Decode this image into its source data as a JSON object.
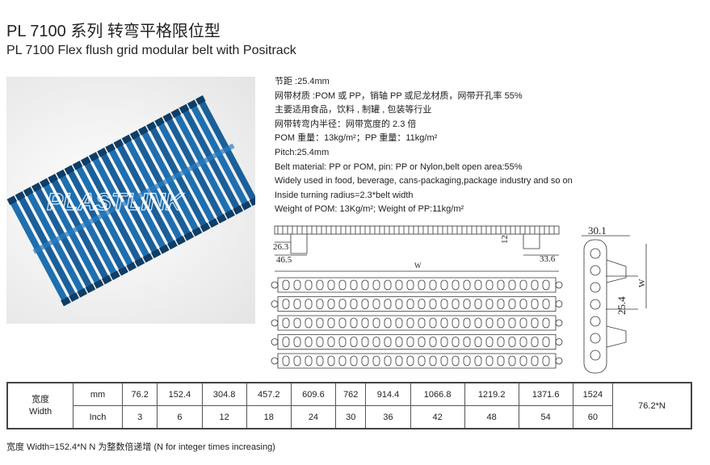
{
  "title_cn": "PL 7100 系列 转弯平格限位型",
  "title_en": "PL 7100 Flex flush grid modular belt with Positrack",
  "watermark": "PLASTLINK",
  "specs": {
    "pitch_cn": "节距 :25.4mm",
    "material_cn": "网带材质 :POM 或 PP，销轴 PP 或尼龙材质，网带开孔率 55%",
    "usage_cn": "主要适用食品，饮料 , 制罐 , 包装等行业",
    "radius_cn": "网带转弯内半径：网带宽度的 2.3 倍",
    "weight_cn": "POM 重量：13kg/m²；PP 重量：11kg/m²",
    "pitch_en": "Pitch:25.4mm",
    "material_en": "Belt material: PP or POM, pin: PP or Nylon,belt open area:55%",
    "usage_en": "Widely used in food, beverage, cans-packaging,package industry and so on",
    "radius_en": "Inside turning radius=2.3*belt width",
    "weight_en": "Weight of POM: 13Kg/m²; Weight of PP:11kg/m²"
  },
  "drawing": {
    "d1": "26.3",
    "d2": "46.5",
    "d3": "12",
    "d4": "33.6",
    "w": "W",
    "side_w": "30.1",
    "side_p": "25.4",
    "side_wl": "W"
  },
  "table": {
    "label_cn": "宽度",
    "label_en": "Width",
    "unit_mm": "mm",
    "unit_inch": "Inch",
    "mm": [
      "76.2",
      "152.4",
      "304.8",
      "457.2",
      "609.6",
      "762",
      "914.4",
      "1066.8",
      "1219.2",
      "1371.6",
      "1524"
    ],
    "inch": [
      "3",
      "6",
      "12",
      "18",
      "24",
      "30",
      "36",
      "42",
      "48",
      "54",
      "60"
    ],
    "formula": "76.2*N"
  },
  "footnote": "宽度 Width=152.4*N  N 为整数倍递增 (N for integer times increasing)",
  "colors": {
    "belt": "#1e6fb0"
  }
}
